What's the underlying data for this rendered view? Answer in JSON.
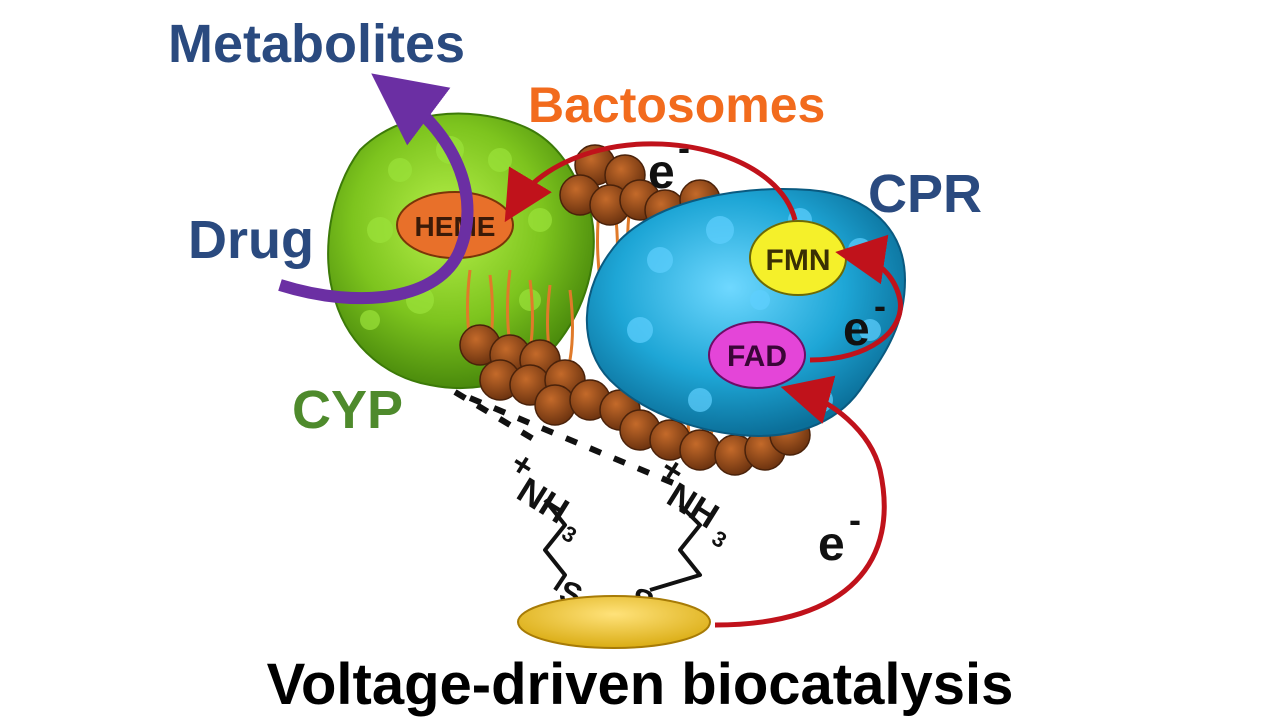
{
  "labels": {
    "metabolites": "Metabolites",
    "bactosomes": "Bactosomes",
    "cpr": "CPR",
    "drug": "Drug",
    "cyp": "CYP",
    "heme": "HEME",
    "fmn": "FMN",
    "fad": "FAD",
    "electron": "e",
    "electron_sup": "-",
    "amine_plus": "+",
    "amine_nh": "NH",
    "amine_sub": "3",
    "sulfur": "S",
    "title": "Voltage-driven biocatalysis"
  },
  "colors": {
    "metabolites_text": "#2a4a7f",
    "bactosomes_text": "#f26b1d",
    "cpr_text": "#2a4a7f",
    "drug_text": "#2a4a7f",
    "cyp_text": "#4e8a2c",
    "cyp_protein": "#7dc41e",
    "cpr_protein": "#1ea6d6",
    "heme_fill": "#e8702a",
    "fmn_fill": "#f5f02a",
    "fad_fill": "#e445d8",
    "lipid_head": "#8b4513",
    "lipid_tail": "#e07a2a",
    "electron_arrow": "#c0121b",
    "drug_arrow": "#6b2fa3",
    "electrode": "#f0c419"
  },
  "icons": {
    "cyp_protein": "cyp-protein-blob-icon",
    "cpr_protein": "cpr-protein-blob-icon",
    "electrode": "gold-electrode-icon",
    "membrane": "lipid-bilayer-icon"
  }
}
